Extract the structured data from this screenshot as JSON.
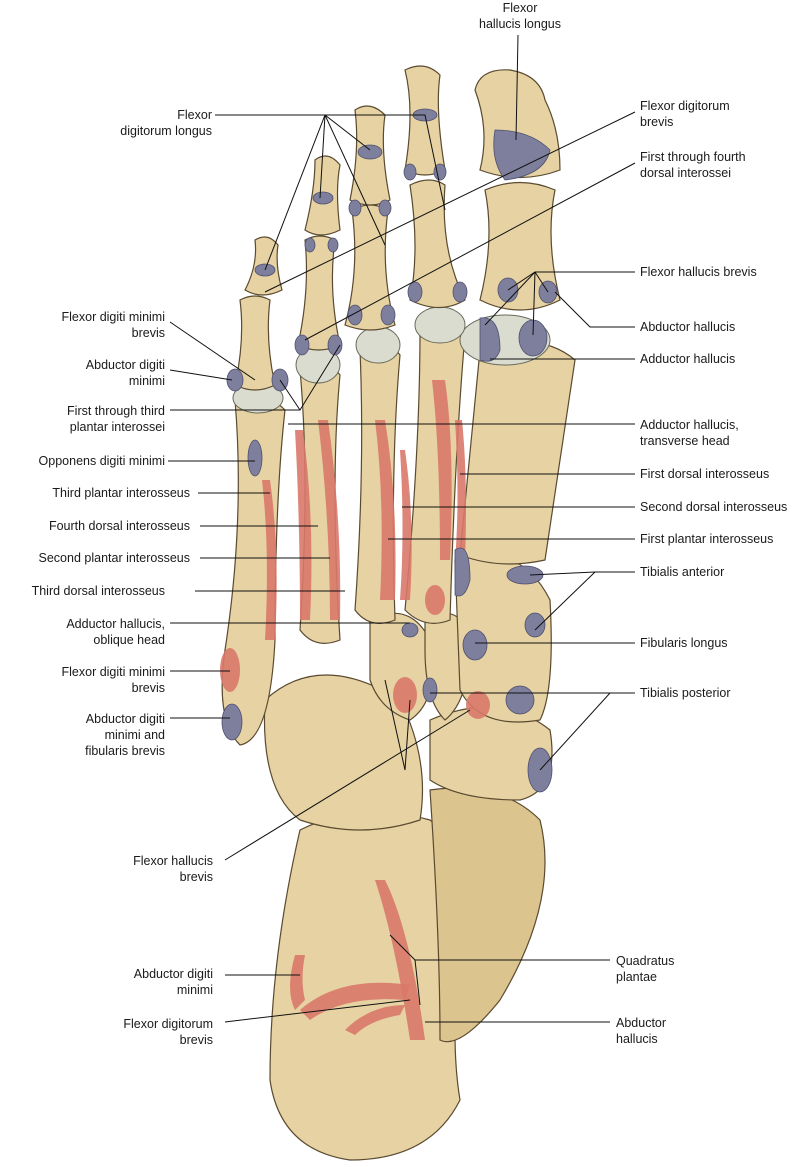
{
  "top_label": "Flexor\nhallucis longus",
  "left_labels": [
    "Flexor\ndigitorum longus",
    "Flexor digiti minimi\nbrevis",
    "Abductor digiti\nminimi",
    "First through third\nplantar interossei",
    "Opponens digiti minimi",
    "Third plantar interosseus",
    "Fourth dorsal interosseus",
    "Second plantar interosseus",
    "Third dorsal interosseus",
    "Adductor hallucis,\noblique head",
    "Flexor digiti minimi\nbrevis",
    "Abductor digiti\nminimi and\nfibularis brevis",
    "Flexor hallucis\nbrevis",
    "Abductor digiti\nminimi",
    "Flexor digitorum\nbrevis"
  ],
  "right_labels": [
    "Flexor digitorum\nbrevis",
    "First through fourth\ndorsal interossei",
    "Flexor hallucis brevis",
    "Abductor hallucis",
    "Adductor hallucis",
    "Adductor hallucis,\ntransverse head",
    "First dorsal interosseus",
    "Second dorsal interosseus",
    "First plantar interosseus",
    "Tibialis anterior",
    "Fibularis longus",
    "Tibialis posterior",
    "Quadratus\nplantae",
    "Abductor\nhallucis"
  ],
  "colors": {
    "origin": "#d9786a",
    "insertion": "#7e7f9c",
    "bone": "#e6d2a2"
  }
}
